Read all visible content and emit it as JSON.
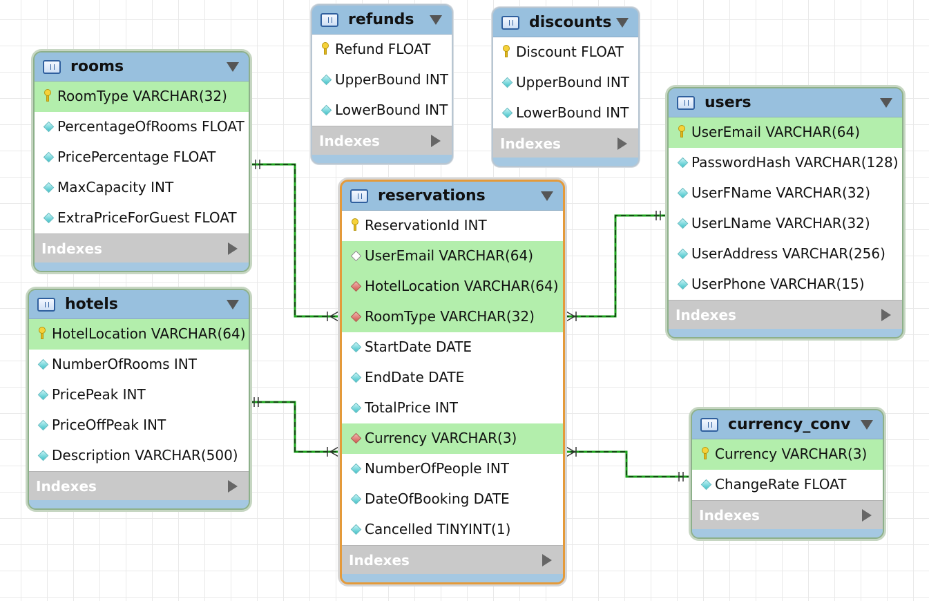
{
  "tables": {
    "rooms": {
      "name": "rooms",
      "indexes_label": "Indexes",
      "columns": [
        {
          "text": "RoomType VARCHAR(32)",
          "kind": "pk"
        },
        {
          "text": "PercentageOfRooms FLOAT",
          "kind": "col"
        },
        {
          "text": "PricePercentage FLOAT",
          "kind": "col"
        },
        {
          "text": "MaxCapacity INT",
          "kind": "col"
        },
        {
          "text": "ExtraPriceForGuest FLOAT",
          "kind": "col"
        }
      ]
    },
    "hotels": {
      "name": "hotels",
      "indexes_label": "Indexes",
      "columns": [
        {
          "text": "HotelLocation VARCHAR(64)",
          "kind": "pk"
        },
        {
          "text": "NumberOfRooms INT",
          "kind": "col"
        },
        {
          "text": "PricePeak INT",
          "kind": "col"
        },
        {
          "text": "PriceOffPeak INT",
          "kind": "col"
        },
        {
          "text": "Description VARCHAR(500)",
          "kind": "col"
        }
      ]
    },
    "refunds": {
      "name": "refunds",
      "indexes_label": "Indexes",
      "columns": [
        {
          "text": "Refund FLOAT",
          "kind": "key"
        },
        {
          "text": "UpperBound INT",
          "kind": "col"
        },
        {
          "text": "LowerBound INT",
          "kind": "col"
        }
      ]
    },
    "discounts": {
      "name": "discounts",
      "indexes_label": "Indexes",
      "columns": [
        {
          "text": "Discount FLOAT",
          "kind": "key"
        },
        {
          "text": "UpperBound INT",
          "kind": "col"
        },
        {
          "text": "LowerBound INT",
          "kind": "col"
        }
      ]
    },
    "reservations": {
      "name": "reservations",
      "indexes_label": "Indexes",
      "columns": [
        {
          "text": "ReservationId INT",
          "kind": "key"
        },
        {
          "text": "UserEmail VARCHAR(64)",
          "kind": "fk-hollow"
        },
        {
          "text": "HotelLocation VARCHAR(64)",
          "kind": "fk-red"
        },
        {
          "text": "RoomType VARCHAR(32)",
          "kind": "fk-red"
        },
        {
          "text": "StartDate DATE",
          "kind": "col"
        },
        {
          "text": "EndDate DATE",
          "kind": "col"
        },
        {
          "text": "TotalPrice INT",
          "kind": "col"
        },
        {
          "text": "Currency VARCHAR(3)",
          "kind": "fk-red"
        },
        {
          "text": "NumberOfPeople INT",
          "kind": "col"
        },
        {
          "text": "DateOfBooking DATE",
          "kind": "col"
        },
        {
          "text": "Cancelled TINYINT(1)",
          "kind": "col"
        }
      ]
    },
    "users": {
      "name": "users",
      "indexes_label": "Indexes",
      "columns": [
        {
          "text": "UserEmail VARCHAR(64)",
          "kind": "pk"
        },
        {
          "text": "PasswordHash VARCHAR(128)",
          "kind": "col"
        },
        {
          "text": "UserFName VARCHAR(32)",
          "kind": "col"
        },
        {
          "text": "UserLName VARCHAR(32)",
          "kind": "col"
        },
        {
          "text": "UserAddress VARCHAR(256)",
          "kind": "col"
        },
        {
          "text": "UserPhone VARCHAR(15)",
          "kind": "col"
        }
      ]
    },
    "currency_conv": {
      "name": "currency_conv",
      "indexes_label": "Indexes",
      "columns": [
        {
          "text": "Currency VARCHAR(3)",
          "kind": "pk"
        },
        {
          "text": "ChangeRate FLOAT",
          "kind": "col"
        }
      ]
    }
  },
  "relationships": [
    {
      "from": "rooms",
      "to": "reservations"
    },
    {
      "from": "hotels",
      "to": "reservations"
    },
    {
      "from": "users",
      "to": "reservations"
    },
    {
      "from": "currency_conv",
      "to": "reservations"
    }
  ],
  "colors": {
    "header": "#98c0de",
    "pk_row": "#b3eeac",
    "relationship_line": "#1aa31a",
    "selected_border": "#e49a3a"
  }
}
